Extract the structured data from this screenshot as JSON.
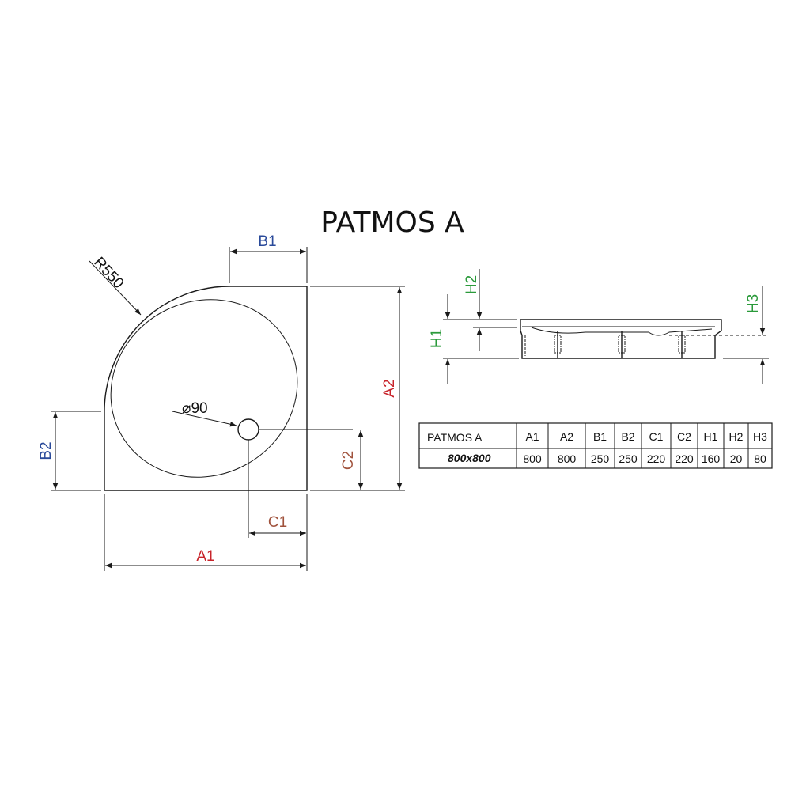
{
  "title": "PATMOS A",
  "colors": {
    "red": "#c8242b",
    "blue": "#2a4a9a",
    "brown": "#a0523c",
    "green": "#2a9a3a",
    "black": "#111111"
  },
  "plan_labels": {
    "radius": "R550",
    "drain": "⌀90",
    "a1": "A1",
    "a2": "A2",
    "b1": "B1",
    "b2": "B2",
    "c1": "C1",
    "c2": "C2"
  },
  "side_labels": {
    "h1": "H1",
    "h2": "H2",
    "h3": "H3"
  },
  "table": {
    "name": "PATMOS A",
    "size": "800x800",
    "headers": [
      "A1",
      "A2",
      "B1",
      "B2",
      "C1",
      "C2",
      "H1",
      "H2",
      "H3"
    ],
    "header_colors": [
      "red",
      "red",
      "blue",
      "blue",
      "brown",
      "brown",
      "green",
      "green",
      "green"
    ],
    "values": [
      "800",
      "800",
      "250",
      "250",
      "220",
      "220",
      "160",
      "20",
      "80"
    ]
  }
}
